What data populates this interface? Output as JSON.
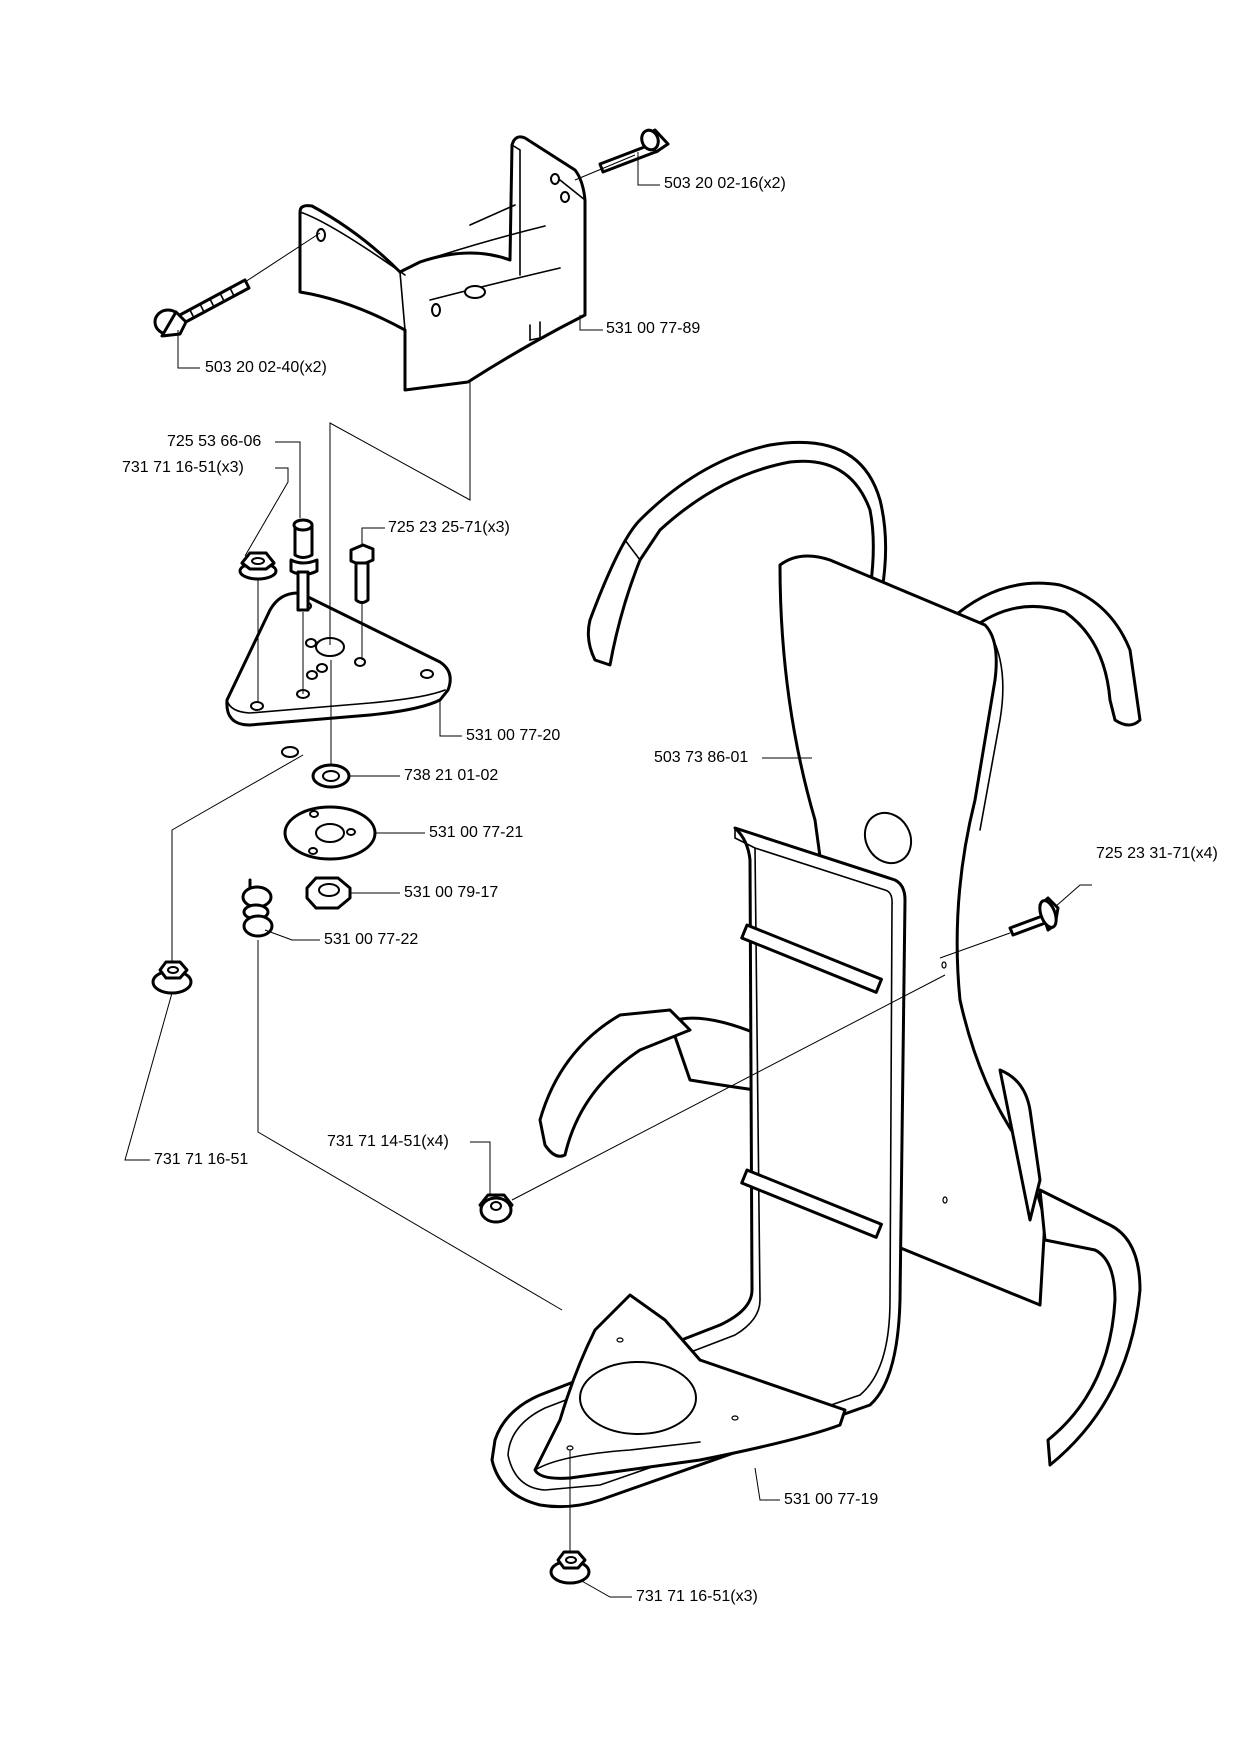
{
  "labels": {
    "p1": "503 20 02-16(x2)",
    "p2": "531 00 77-89",
    "p3": "503 20 02-40(x2)",
    "p4": "725 53 66-06",
    "p5": "731 71 16-51(x3)",
    "p6": "725 23 25-71(x3)",
    "p7": "531 00 77-20",
    "p8": "738 21 01-02",
    "p9": "531 00 77-21",
    "p10": "531 00 79-17",
    "p11": "531 00 77-22",
    "p12": "503 73 86-01",
    "p13": "725 23 31-71(x4)",
    "p14": "731 71 16-51",
    "p15": "731 71 14-51(x4)",
    "p16": "531 00 77-19",
    "p17": "731 71 16-51(x3)"
  }
}
